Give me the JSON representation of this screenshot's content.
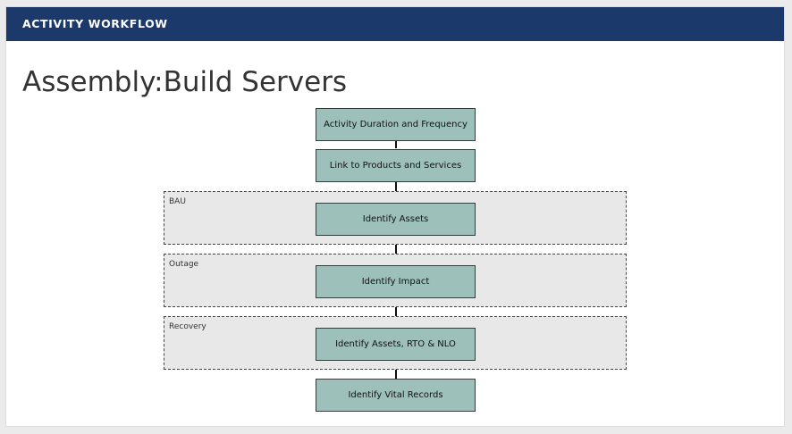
{
  "header": {
    "title": "ACTIVITY WORKFLOW",
    "color": "#1b3a6b"
  },
  "page": {
    "title": "Assembly:Build Servers"
  },
  "workflow": {
    "steps": [
      "Activity Duration and Frequency",
      "Link to Products and Services",
      "Identify Assets",
      "Identify Impact",
      "Identify Assets, RTO & NLO",
      "Identify Vital Records"
    ],
    "phases": [
      "BAU",
      "Outage",
      "Recovery"
    ],
    "step_color": "#9ec0bb",
    "phase_color": "#e8e8e8"
  }
}
